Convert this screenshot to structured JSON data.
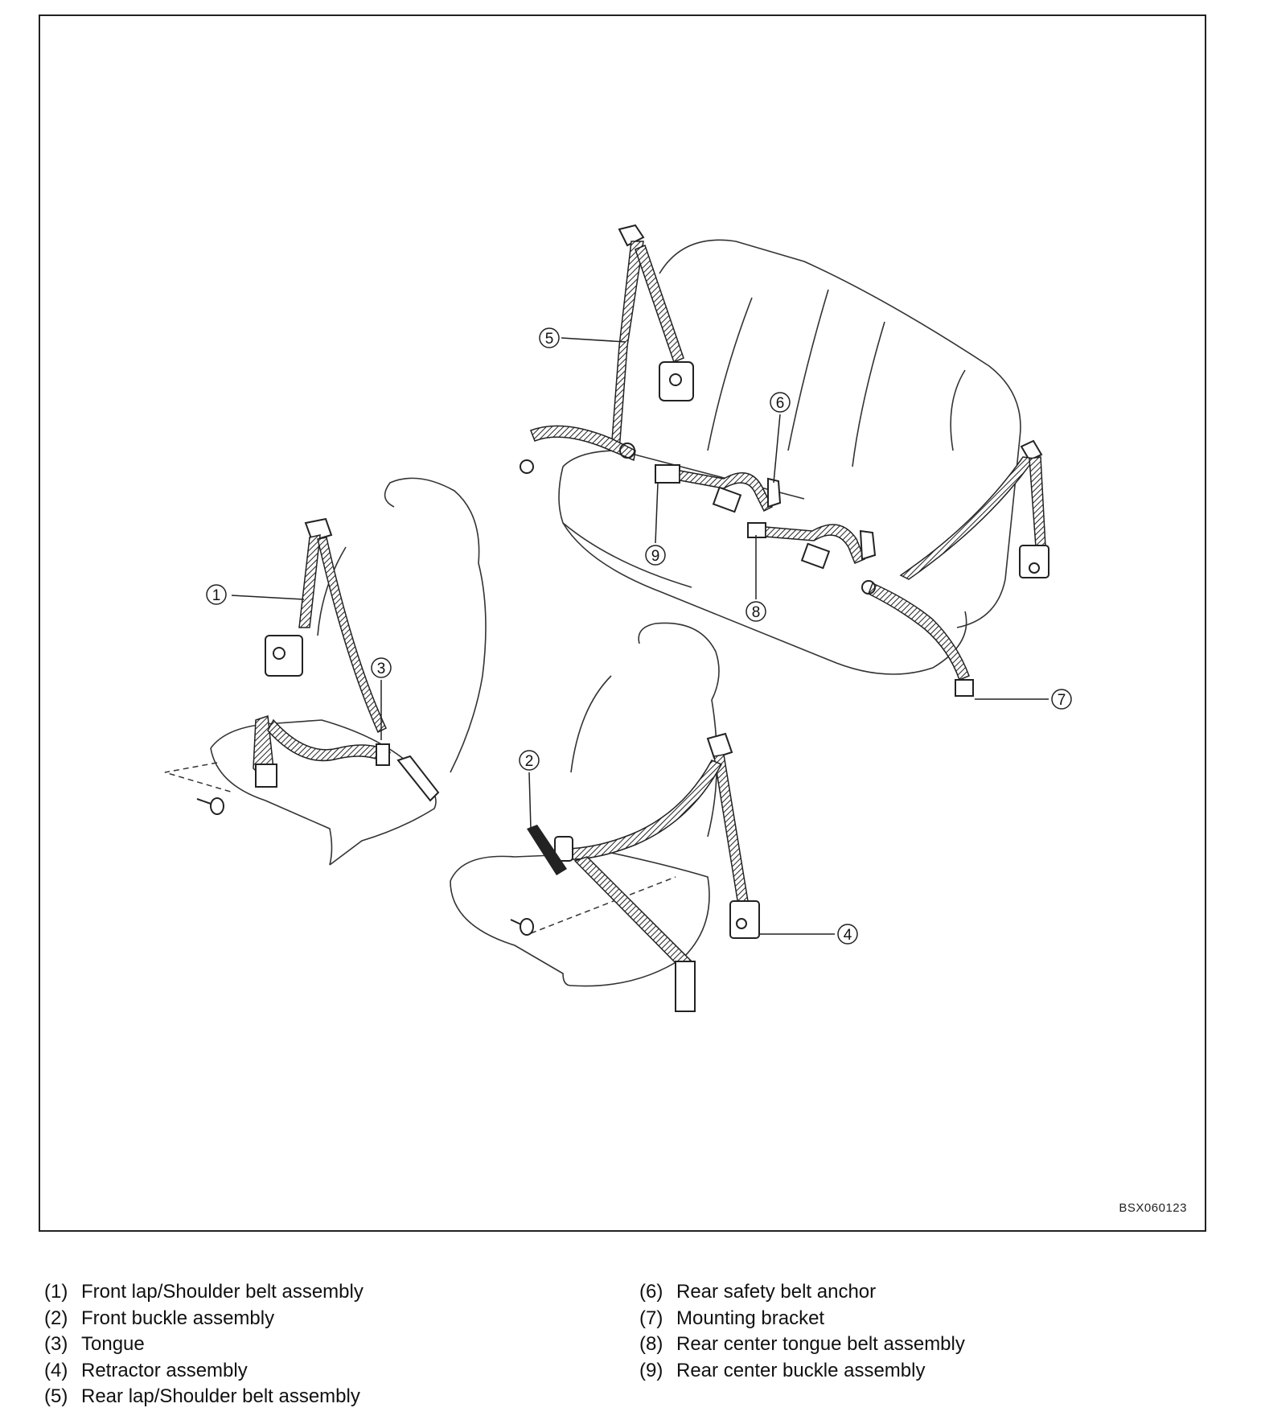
{
  "figure_code": "BSX060123",
  "callouts": [
    {
      "num": "1",
      "label": "Front lap/Shoulder belt assembly"
    },
    {
      "num": "2",
      "label": "Front buckle assembly"
    },
    {
      "num": "3",
      "label": "Tongue"
    },
    {
      "num": "4",
      "label": "Retractor assembly"
    },
    {
      "num": "5",
      "label": "Rear lap/Shoulder belt assembly"
    },
    {
      "num": "6",
      "label": "Rear safety belt anchor"
    },
    {
      "num": "7",
      "label": "Mounting bracket"
    },
    {
      "num": "8",
      "label": "Rear center tongue belt assembly"
    },
    {
      "num": "9",
      "label": "Rear center buckle assembly"
    }
  ],
  "legend": {
    "left": [
      {
        "num": "(1)",
        "text": "Front lap/Shoulder belt assembly"
      },
      {
        "num": "(2)",
        "text": "Front buckle assembly"
      },
      {
        "num": "(3)",
        "text": "Tongue"
      },
      {
        "num": "(4)",
        "text": "Retractor assembly"
      },
      {
        "num": "(5)",
        "text": "Rear lap/Shoulder belt assembly"
      }
    ],
    "right": [
      {
        "num": "(6)",
        "text": "Rear safety belt anchor"
      },
      {
        "num": "(7)",
        "text": "Mounting bracket"
      },
      {
        "num": "(8)",
        "text": "Rear center tongue belt assembly"
      },
      {
        "num": "(9)",
        "text": "Rear center buckle assembly"
      }
    ]
  }
}
